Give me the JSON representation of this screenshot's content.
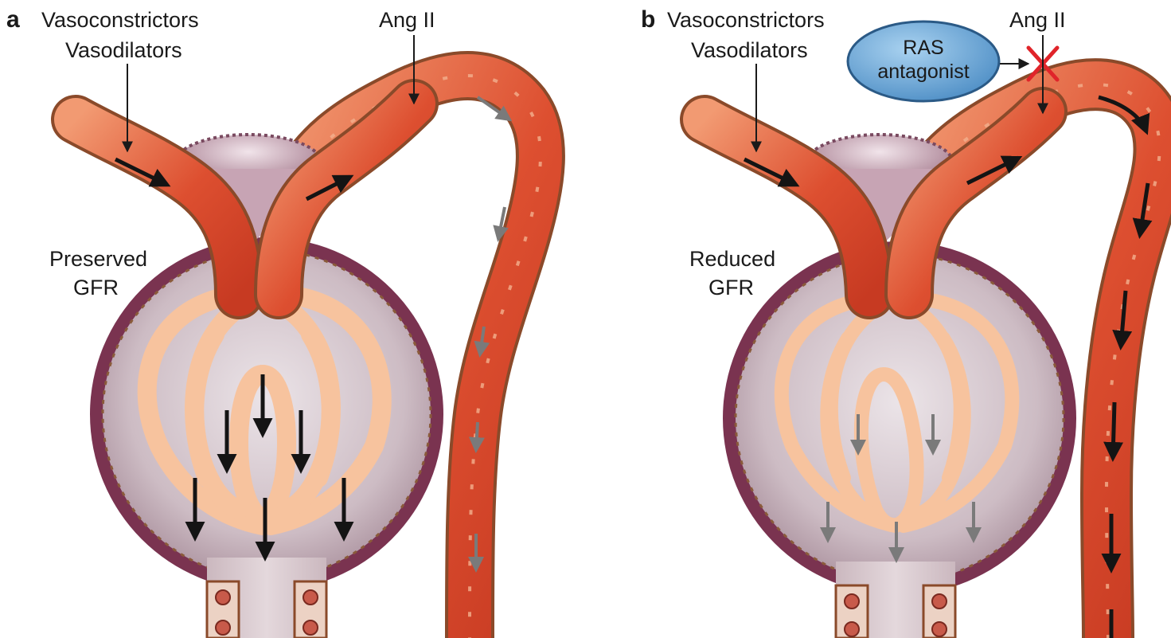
{
  "panel_a": {
    "letter": "a",
    "vaso_line1": "Vasoconstrictors",
    "vaso_line2": "Vasodilators",
    "ang": "Ang II",
    "gfr_line1": "Preserved",
    "gfr_line2": "GFR"
  },
  "panel_b": {
    "letter": "b",
    "vaso_line1": "Vasoconstrictors",
    "vaso_line2": "Vasodilators",
    "ang": "Ang II",
    "ras_line1": "RAS",
    "ras_line2": "antagonist",
    "gfr_line1": "Reduced",
    "gfr_line2": "GFR"
  },
  "colors": {
    "vessel_red": "#d9472b",
    "vessel_light": "#f08a64",
    "vessel_outline": "#8a4a2a",
    "capsule_outer": "#7a3350",
    "capsule_inner": "#c2b0b8",
    "capillary": "#f7c39e",
    "ras_fill": "#6aa8d8",
    "block_x": "#e0242a",
    "arrow_dark": "#141414",
    "arrow_grey": "#7a7a7a"
  },
  "icons": {
    "blocked": "red-x-cross"
  }
}
